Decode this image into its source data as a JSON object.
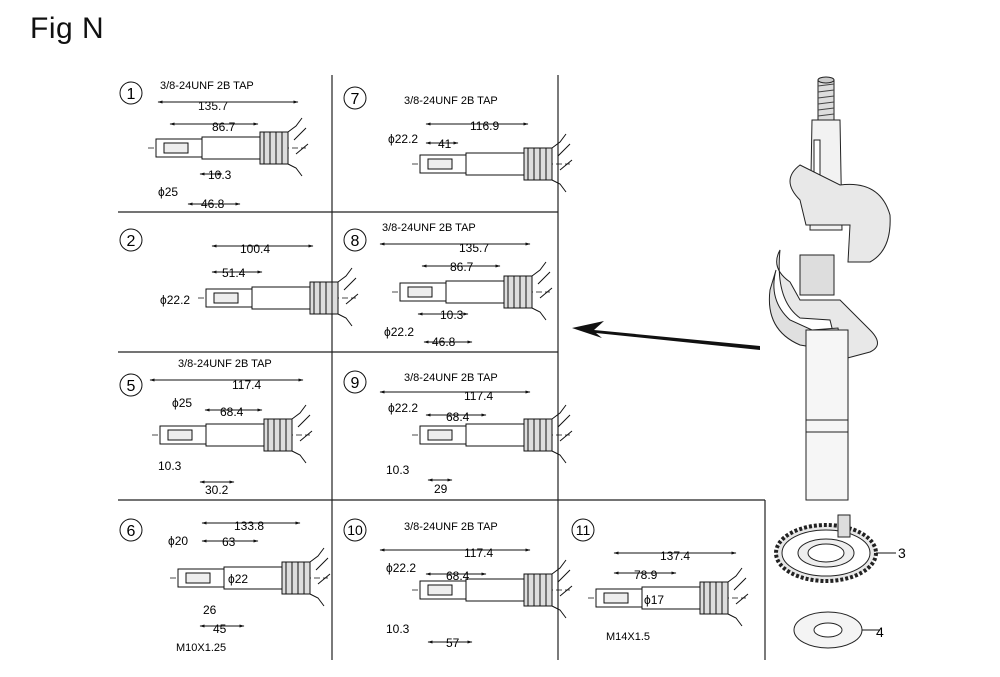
{
  "figure": {
    "title": "Fig N"
  },
  "panels": {
    "p1": {
      "num": "1",
      "tap": "3/8-24UNF 2B TAP",
      "d1": "135.7",
      "d2": "86.7",
      "d3": "10.3",
      "dia": "ϕ25",
      "d4": "46.8"
    },
    "p2": {
      "num": "2",
      "d1": "100.4",
      "d2": "51.4",
      "dia": "ϕ22.2"
    },
    "p5": {
      "num": "5",
      "tap": "3/8-24UNF 2B TAP",
      "d1": "117.4",
      "dia": "ϕ25",
      "d2": "68.4",
      "d3": "10.3",
      "d4": "30.2"
    },
    "p6": {
      "num": "6",
      "d1": "133.8",
      "dia1": "ϕ20",
      "d2": "63",
      "dia2": "ϕ22",
      "d3": "26",
      "d4": "45",
      "thread": "M10X1.25"
    },
    "p7": {
      "num": "7",
      "tap": "3/8-24UNF 2B TAP",
      "d1": "116.9",
      "dia": "ϕ22.2",
      "d2": "41"
    },
    "p8": {
      "num": "8",
      "tap": "3/8-24UNF 2B TAP",
      "d1": "135.7",
      "d2": "86.7",
      "d3": "10.3",
      "dia": "ϕ22.2",
      "d4": "46.8"
    },
    "p9": {
      "num": "9",
      "tap": "3/8-24UNF 2B TAP",
      "d1": "117.4",
      "dia": "ϕ22.2",
      "d2": "68.4",
      "d3": "10.3",
      "d4": "29"
    },
    "p10": {
      "num": "10",
      "tap": "3/8-24UNF 2B TAP",
      "d1": "117.4",
      "dia": "ϕ22.2",
      "d2": "68.4",
      "d3": "10.3",
      "d4": "57"
    },
    "p11": {
      "num": "11",
      "d1": "137.4",
      "d2": "78.9",
      "dia": "ϕ17",
      "thread": "M14X1.5"
    }
  },
  "callouts": {
    "gear": "3",
    "washer": "4"
  }
}
